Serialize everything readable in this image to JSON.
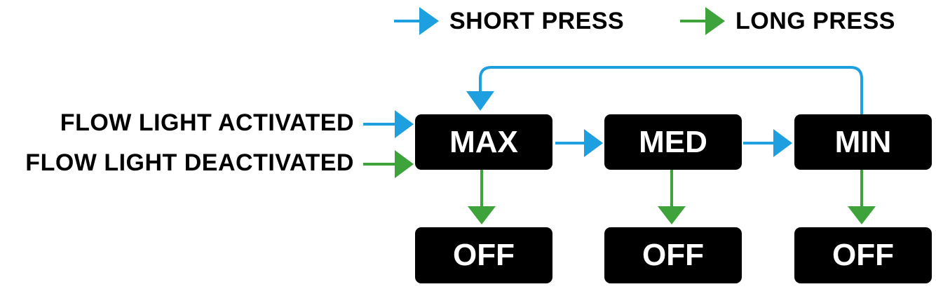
{
  "legend": {
    "short_press": {
      "label": "SHORT PRESS",
      "color": "#1ea0e0"
    },
    "long_press": {
      "label": "LONG PRESS",
      "color": "#3ea33a"
    }
  },
  "inputs": {
    "activated": "FLOW LIGHT ACTIVATED",
    "deactivated": "FLOW LIGHT DEACTIVATED"
  },
  "modes": {
    "max": "MAX",
    "med": "MED",
    "min": "MIN"
  },
  "off_states": {
    "max": "OFF",
    "med": "OFF",
    "min": "OFF"
  },
  "colors": {
    "box": "#000000",
    "box_text": "#ffffff",
    "short_press": "#1ea0e0",
    "long_press": "#3ea33a"
  }
}
